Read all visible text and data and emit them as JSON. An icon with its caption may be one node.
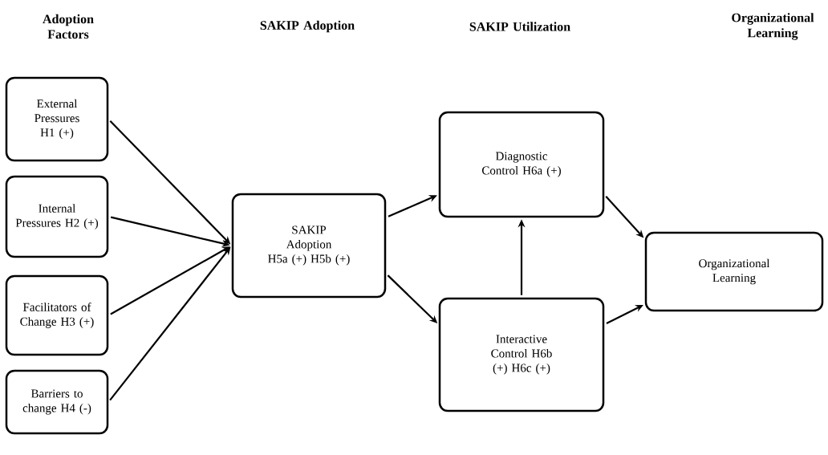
{
  "diagram": {
    "nodes": [
      {
        "text": [
          "External Pressures H1 (+)"
        ]
      },
      {
        "text": [
          "Internal Pressures H2 (+)"
        ]
      },
      {
        "text": [
          "Facilitators of Change H3 (+)"
        ]
      },
      {
        "text": [
          "Barriers to change H4 (-)"
        ]
      },
      {
        "text": [
          "SAKIP Adoption H5a (+) H5b (+)"
        ]
      },
      {
        "text": [
          "Diagnostic Control H6a (+)"
        ]
      },
      {
        "text": [
          "Interactive Control H6b (+) H6c (+)"
        ]
      },
      {
        "text": [
          "Organizational Learning"
        ]
      }
    ],
    "edges": [
      {
        "from": 0,
        "to": 4,
        "arrow": "to"
      },
      {
        "from": 1,
        "to": 4,
        "arrow": "to"
      },
      {
        "from": 2,
        "to": 4,
        "arrow": "to"
      },
      {
        "from": 3,
        "to": 4,
        "arrow": "to"
      },
      {
        "from": 4,
        "to": 5,
        "arrow": "to"
      },
      {
        "from": 4,
        "to": 6,
        "arrow": "to"
      },
      {
        "from": 6,
        "to": 5,
        "arrow": "to"
      },
      {
        "from": 5,
        "to": 7,
        "arrow": "to"
      },
      {
        "from": 6,
        "to": 7,
        "arrow": "to"
      }
    ],
    "labels": [
      "Adoption Factors",
      "SAKIP Adoption",
      "SAKIP Utilization",
      "Organizational Learning"
    ]
  }
}
